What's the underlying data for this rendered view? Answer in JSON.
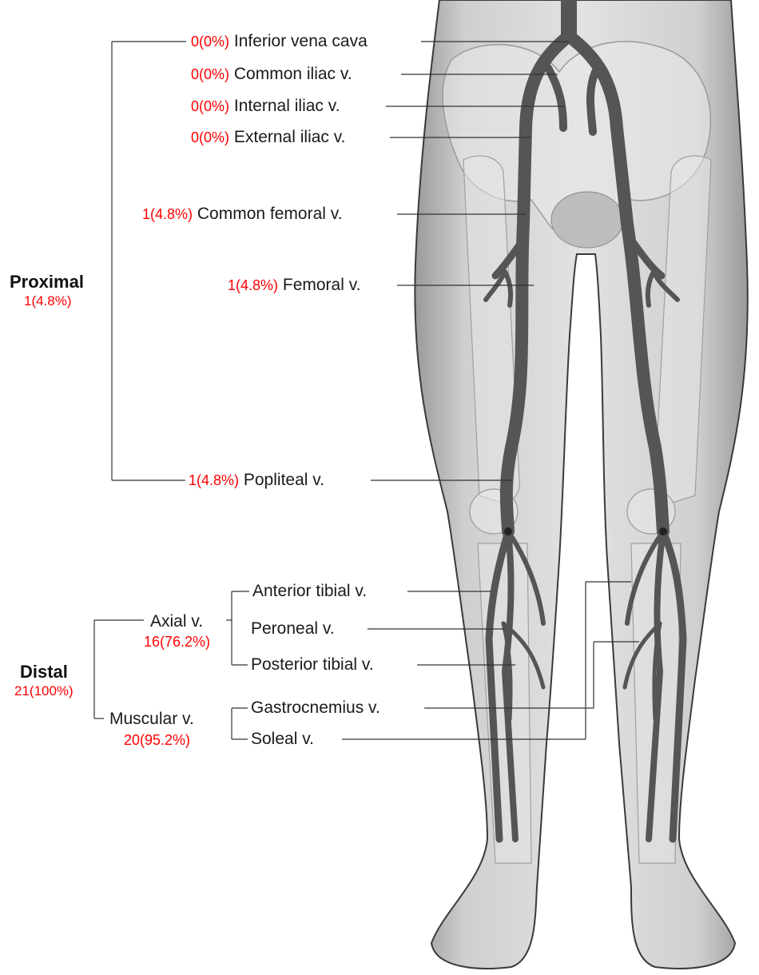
{
  "veins": [
    {
      "count": "0(0%)",
      "name": "Inferior vena cava"
    },
    {
      "count": "0(0%)",
      "name": "Common iliac v."
    },
    {
      "count": "0(0%)",
      "name": "Internal iliac v."
    },
    {
      "count": "0(0%)",
      "name": "External iliac v."
    },
    {
      "count": "1(4.8%)",
      "name": "Common femoral v."
    },
    {
      "count": "1(4.8%)",
      "name": "Femoral v."
    },
    {
      "count": "1(4.8%)",
      "name": "Popliteal v."
    }
  ],
  "distal_veins": {
    "anterior_tibial": "Anterior tibial v.",
    "peroneal": "Peroneal v.",
    "posterior_tibial": "Posterior tibial v.",
    "gastrocnemius": "Gastrocnemius v.",
    "soleal": "Soleal v."
  },
  "groups": {
    "proximal": {
      "label": "Proximal",
      "value": "1(4.8%)"
    },
    "distal": {
      "label": "Distal",
      "value": "21(100%)"
    },
    "axial": {
      "label": "Axial v.",
      "value": "16(76.2%)"
    },
    "muscular": {
      "label": "Muscular v.",
      "value": "20(95.2%)"
    }
  },
  "colors": {
    "count_text": "#ff0000",
    "vein": "#555555",
    "body": "#d9d9d9"
  }
}
